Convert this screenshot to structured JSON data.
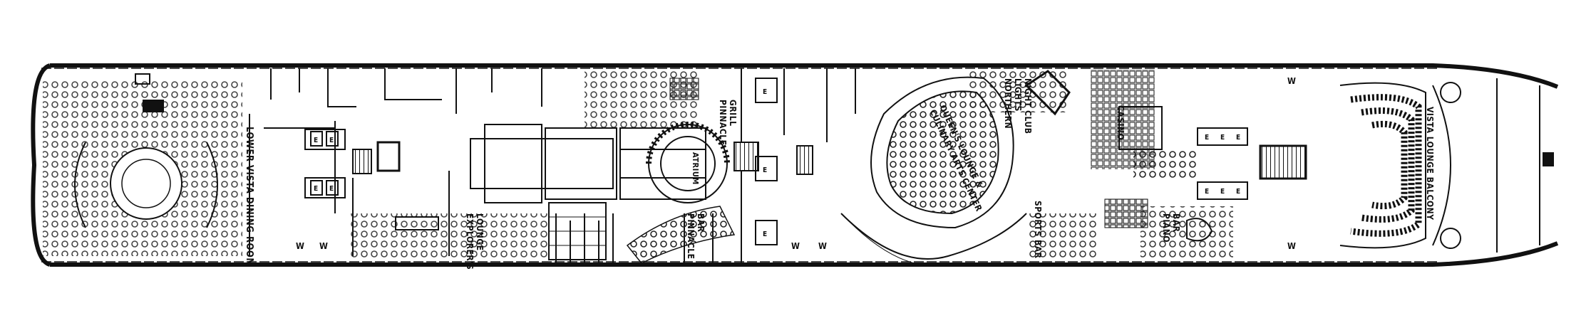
{
  "deck_plan": {
    "rooms": {
      "lower_vista_dining_room": "LOWER VISTA DINING ROOM",
      "pinnacle_grill": [
        "PINNACLE",
        "GRILL"
      ],
      "atrium": "ATRIUM",
      "pinnacle_bar": [
        "PINNACLE",
        "BAR"
      ],
      "explorers_lounge": [
        "EXPLORER'S",
        "LOUNGE"
      ],
      "queens_lounge": [
        "QUEEN'S LOUNGE &",
        "CULINARY ARTS CENTER"
      ],
      "northern_lights": [
        "NORTHERN",
        "LIGHTS",
        "NIGHT CLUB"
      ],
      "casino": "CASINO",
      "sports_bar": "SPORTS BAR",
      "piano_bar": [
        "PIANO",
        "BAR"
      ],
      "vista_lounge_balcony": "VISTA LOUNGE BALCONY"
    },
    "elevator_label": "E",
    "washroom_label": "W"
  }
}
